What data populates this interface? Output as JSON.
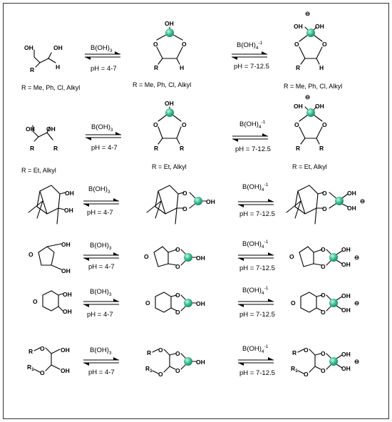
{
  "colors": {
    "boron": "#3dbf95",
    "boron_edge": "#1d8a66",
    "frame": "#000000"
  },
  "atoms": {
    "oh": "OH",
    "o": "O",
    "r": "R",
    "h": "H",
    "minus": "⊖",
    "r_sub": "1"
  },
  "reagents": {
    "boric_acid_main": "B(OH)",
    "boric_acid_sub": "3",
    "borate_main": "B(OH)",
    "borate_sub": "4",
    "borate_charge": "-1",
    "acid_ph": "pH = 4-7",
    "basic_ph": "pH = 7-12.5"
  },
  "labels": {
    "row1": "R = Me, Ph, Cl, Alkyl",
    "row2": "R = Et, Alkyl"
  }
}
